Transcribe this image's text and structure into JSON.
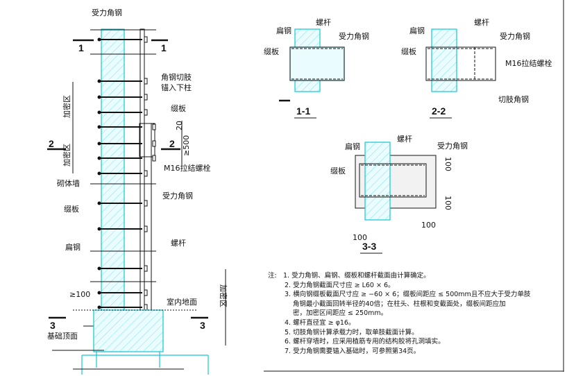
{
  "elevation": {
    "labels": {
      "main_angle_top": "受力角钢",
      "cut_angle_1": "角钢切肢",
      "cut_angle_2": "锚入下柱",
      "batten_top": "缀板",
      "dim_20": "20",
      "dim_500": "≥500",
      "m16_bolt": "M16拉结螺栓",
      "dense_zone_1": "加密区",
      "dense_zone_2": "加密区",
      "masonry_wall": "砌体墙",
      "main_angle_mid": "受力角钢",
      "batten_mid": "缀板",
      "flat_steel": "扁钢",
      "screw_rod": "螺杆",
      "dim_100": "≥100",
      "indoor_floor": "室内地面",
      "foundation_top": "基础顶面",
      "dense_zone_3": "加密区"
    },
    "section_marks": [
      "1",
      "1",
      "2",
      "2",
      "3",
      "3"
    ]
  },
  "sections": [
    {
      "title": "1-1",
      "labels": {
        "flat": "扁钢",
        "rod": "螺杆",
        "angle": "受力角钢",
        "batten": "缀板"
      }
    },
    {
      "title": "2-2",
      "labels": {
        "flat": "扁钢",
        "rod": "螺杆",
        "angle": "受力角钢",
        "batten": "缀板",
        "bolt": "M16拉结螺栓",
        "cut": "切肢角钢"
      }
    },
    {
      "title": "3-3",
      "labels": {
        "flat": "扁钢",
        "rod": "螺杆",
        "angle": "受力角钢",
        "batten": "缀板",
        "d1": "100",
        "d2": "100",
        "d3": "100",
        "d4": "100"
      }
    }
  ],
  "notes": {
    "label": "注:",
    "items": [
      "1. 受力角钢、扁钢、缀板和螺杆截面由计算确定。",
      "2. 受力角钢截面尺寸应 ≥ L60 × 6。",
      "3. 横向钢缀板截面尺寸应 ≥ −60 × 6；缀板间距应 ≤ 500mm且不应大于受力单肢",
      "角钢最小截面回转半径的40倍；在柱头、柱根和变截面处，缀板间距应加",
      "密，加密区间距应 ≤ 250mm。",
      "4. 螺杆直径宜 ≥ φ16。",
      "5. 切肢角钢计算承载力时，取单肢截面计算。",
      "6. 螺杆穿墙时，应采用植筋专用的结构胶将孔洞填实。",
      "7. 受力角钢需要锚入基础时，可参照第34页。"
    ]
  }
}
